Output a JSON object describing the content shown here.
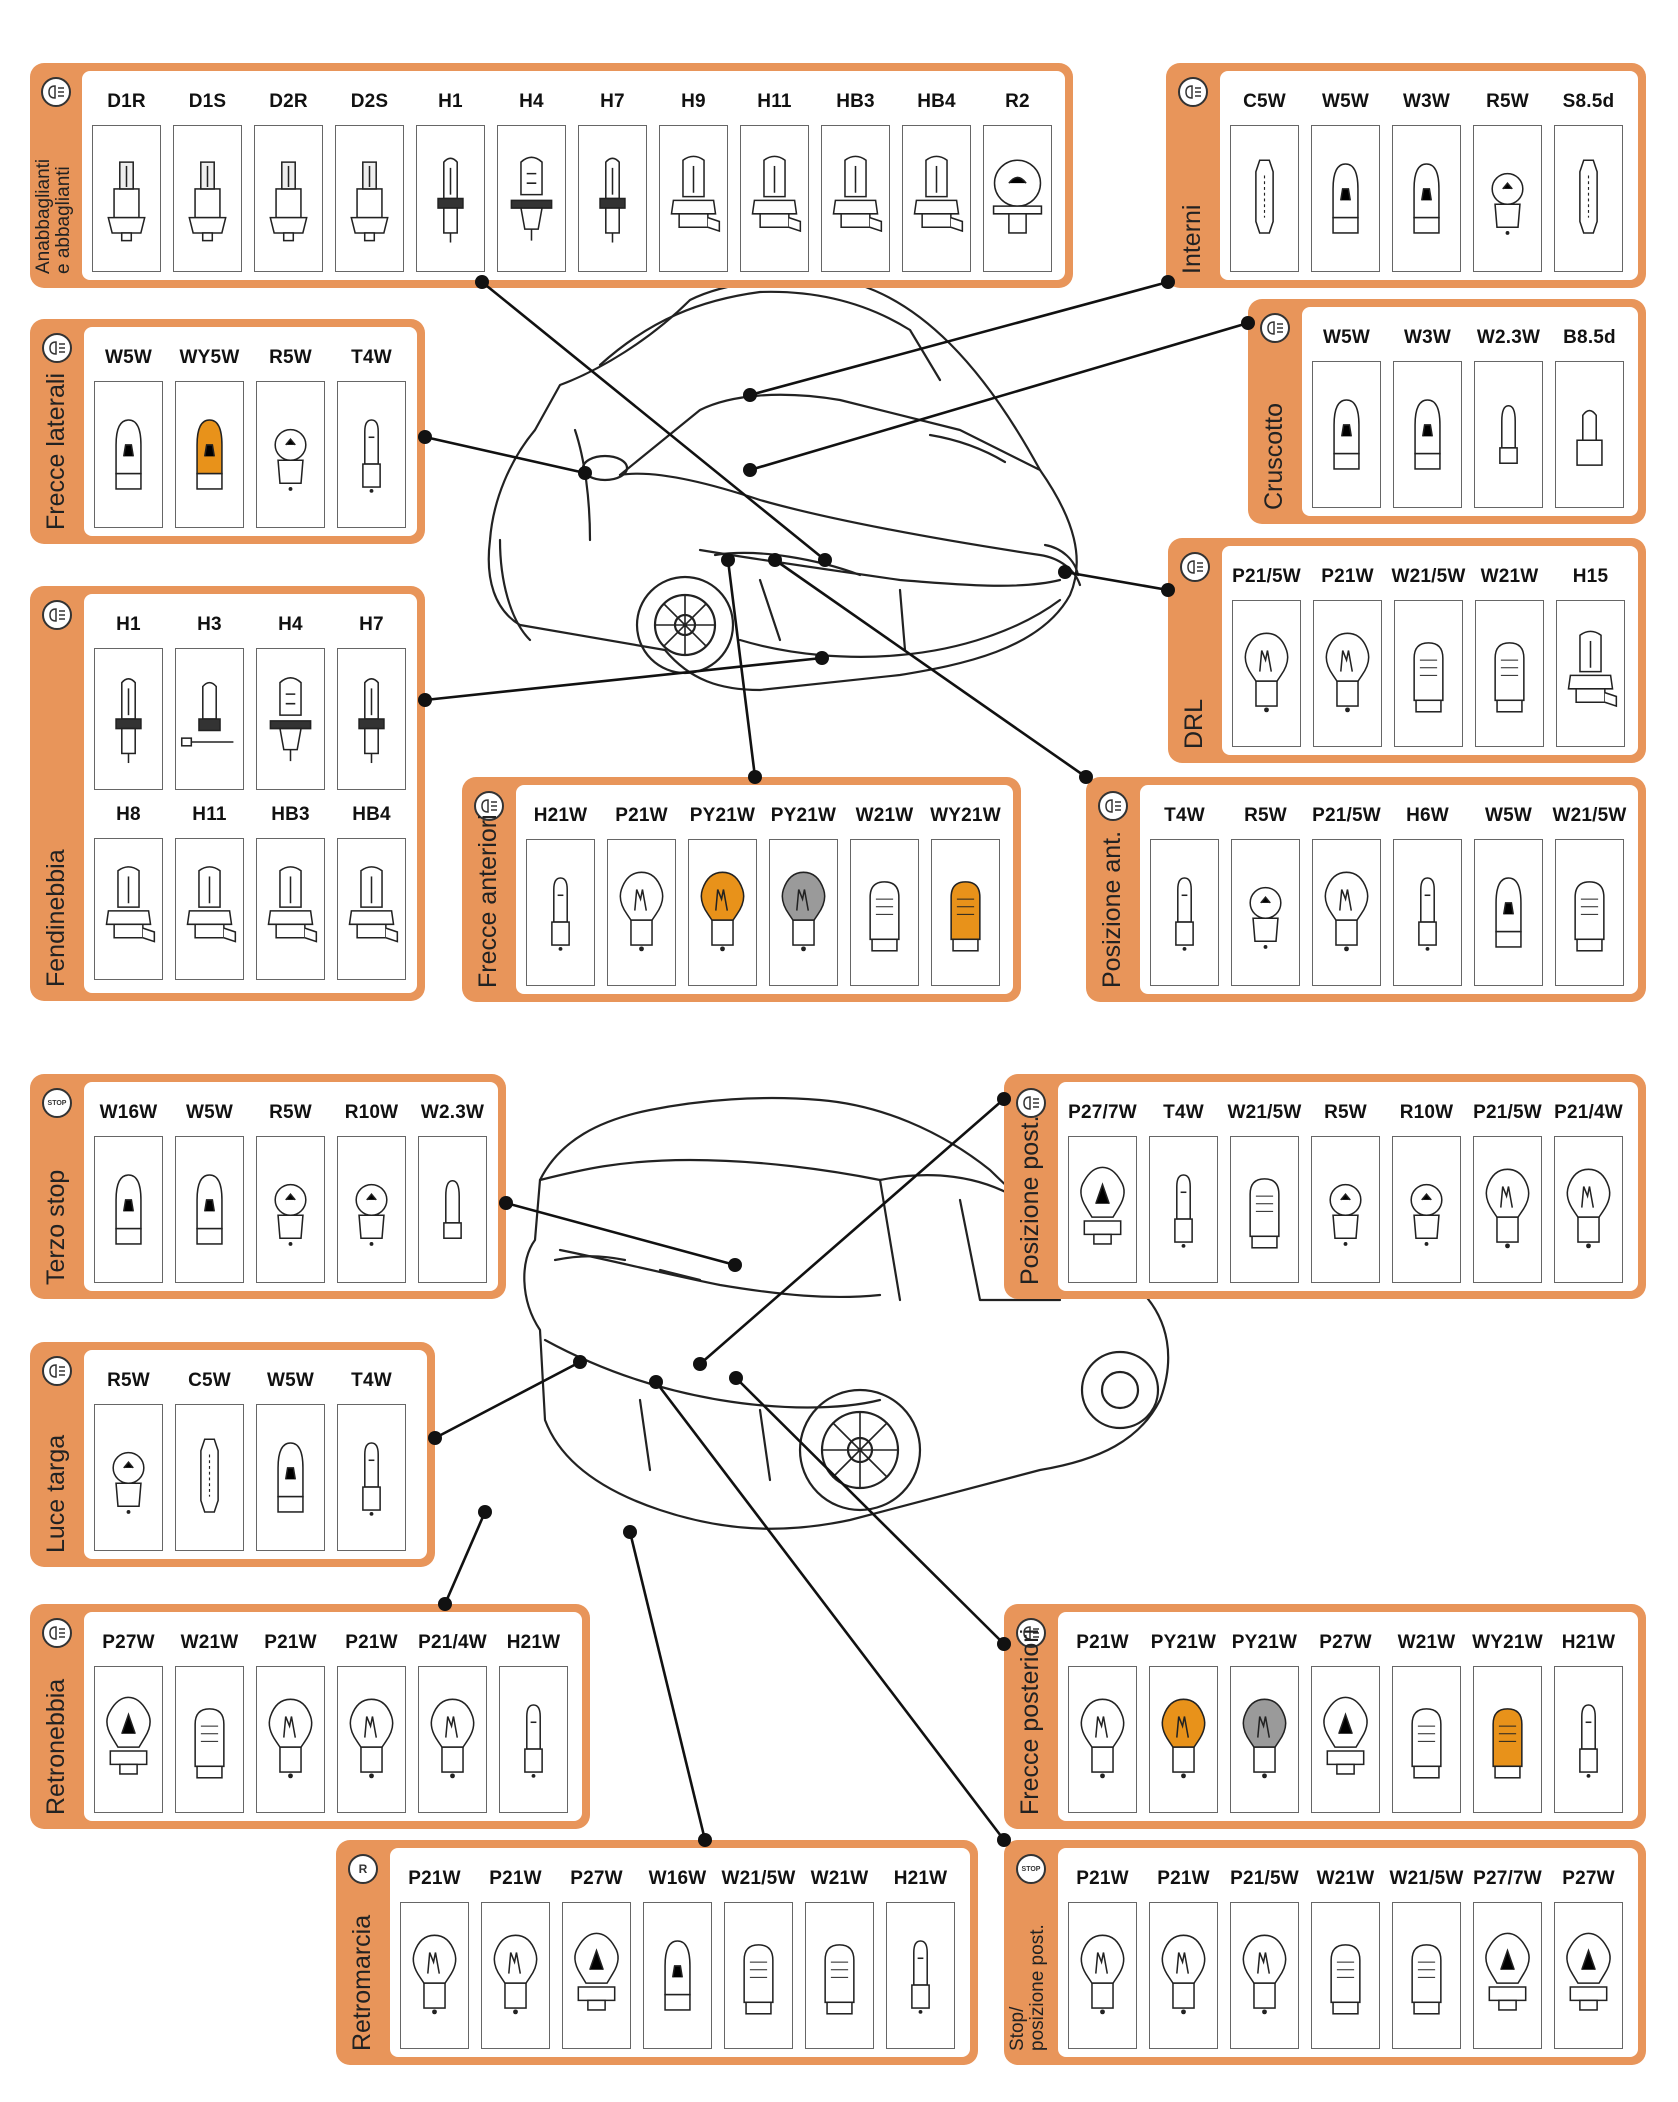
{
  "colors": {
    "panel_bg": "#e8955a",
    "amber_bulb": "#e8921a",
    "grey_bulb": "#9a9a9a",
    "line": "#111111"
  },
  "groups": [
    {
      "id": "anabbaglianti",
      "title": "Anabbaglianti\ne abbaglianti",
      "icon": "headlight-icon",
      "bulbs": [
        "D1R",
        "D1S",
        "D2R",
        "D2S",
        "H1",
        "H4",
        "H7",
        "H9",
        "H11",
        "HB3",
        "HB4",
        "R2"
      ]
    },
    {
      "id": "interni",
      "title": "Interni",
      "icon": "interior-light-icon",
      "bulbs": [
        "C5W",
        "W5W",
        "W3W",
        "R5W",
        "S8.5d"
      ]
    },
    {
      "id": "cruscotto",
      "title": "Cruscotto",
      "icon": "dashboard-icon",
      "bulbs": [
        "W5W",
        "W3W",
        "W2.3W",
        "B8.5d"
      ]
    },
    {
      "id": "frecce-laterali",
      "title": "Frecce laterali",
      "icon": "turn-signal-icon",
      "bulbs": [
        "W5W",
        "WY5W",
        "R5W",
        "T4W"
      ]
    },
    {
      "id": "drl",
      "title": "DRL",
      "icon": "drl-icon",
      "bulbs": [
        "P21/5W",
        "P21W",
        "W21/5W",
        "W21W",
        "H15"
      ]
    },
    {
      "id": "fendinebbia",
      "title": "Fendinebbia",
      "icon": "fog-light-icon",
      "bulbs": [
        "H1",
        "H3",
        "H4",
        "H7",
        "H8",
        "H11",
        "HB3",
        "HB4"
      ]
    },
    {
      "id": "frecce-anteriori",
      "title": "Frecce anteriori",
      "icon": "turn-signal-icon",
      "bulbs": [
        "H21W",
        "P21W",
        "PY21W",
        "PY21W",
        "W21W",
        "WY21W"
      ]
    },
    {
      "id": "posizione-ant",
      "title": "Posizione ant.",
      "icon": "position-light-icon",
      "bulbs": [
        "T4W",
        "R5W",
        "P21/5W",
        "H6W",
        "W5W",
        "W21/5W"
      ]
    },
    {
      "id": "terzo-stop",
      "title": "Terzo stop",
      "icon": "stop-light-icon",
      "icon_text": "STOP",
      "bulbs": [
        "W16W",
        "W5W",
        "R5W",
        "R10W",
        "W2.3W"
      ]
    },
    {
      "id": "posizione-post",
      "title": "Posizione post.",
      "icon": "position-light-icon",
      "bulbs": [
        "P27/7W",
        "T4W",
        "W21/5W",
        "R5W",
        "R10W",
        "P21/5W",
        "P21/4W"
      ]
    },
    {
      "id": "luce-targa",
      "title": "Luce targa",
      "icon": "plate-light-icon",
      "bulbs": [
        "R5W",
        "C5W",
        "W5W",
        "T4W"
      ]
    },
    {
      "id": "retronebbia",
      "title": "Retronebbia",
      "icon": "rear-fog-icon",
      "bulbs": [
        "P27W",
        "W21W",
        "P21W",
        "P21W",
        "P21/4W",
        "H21W"
      ]
    },
    {
      "id": "frecce-posteriori",
      "title": "Frecce posteriori",
      "icon": "turn-signal-icon",
      "bulbs": [
        "P21W",
        "PY21W",
        "PY21W",
        "P27W",
        "W21W",
        "WY21W",
        "H21W"
      ]
    },
    {
      "id": "retromarcia",
      "title": "Retromarcia",
      "icon": "reverse-light-icon",
      "icon_text": "R",
      "bulbs": [
        "P21W",
        "P21W",
        "P27W",
        "W16W",
        "W21/5W",
        "W21W",
        "H21W"
      ]
    },
    {
      "id": "stop-posizione",
      "title": "Stop/\nposizione post.",
      "icon": "stop-position-icon",
      "icon_text": "STOP",
      "bulbs": [
        "P21W",
        "P21W",
        "P21/5W",
        "W21W",
        "W21/5W",
        "P27/7W",
        "P27W"
      ]
    }
  ]
}
